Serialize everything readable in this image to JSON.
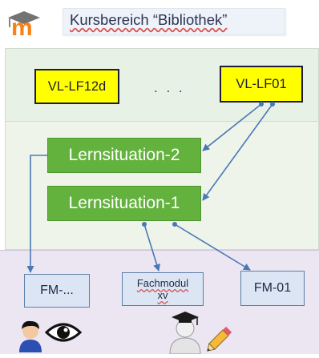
{
  "header": {
    "title": "Kursbereich “Bibliothek”",
    "logo_icon": "moodle-logo-icon",
    "logo_color": "#f98012"
  },
  "top_row": {
    "box_left": "VL-LF12d",
    "ellipsis": ". . .",
    "box_right": "VL-LF01"
  },
  "middle_row": {
    "situation_2": "Lernsituation-2",
    "situation_1": "Lernsituation-1"
  },
  "bottom_row": {
    "module_left": "FM-...",
    "module_center_line1": "Fachmodul",
    "module_center_line2": "xv",
    "module_right": "FM-01"
  },
  "icons": {
    "student": "student-icon",
    "eye": "eye-icon",
    "teacher": "teacher-icon",
    "pencil": "pencil-icon"
  },
  "colors": {
    "yellow": "#ffff00",
    "green": "#63b23e",
    "blue_box": "#dbe5f3",
    "arrow": "#4a78b5"
  }
}
